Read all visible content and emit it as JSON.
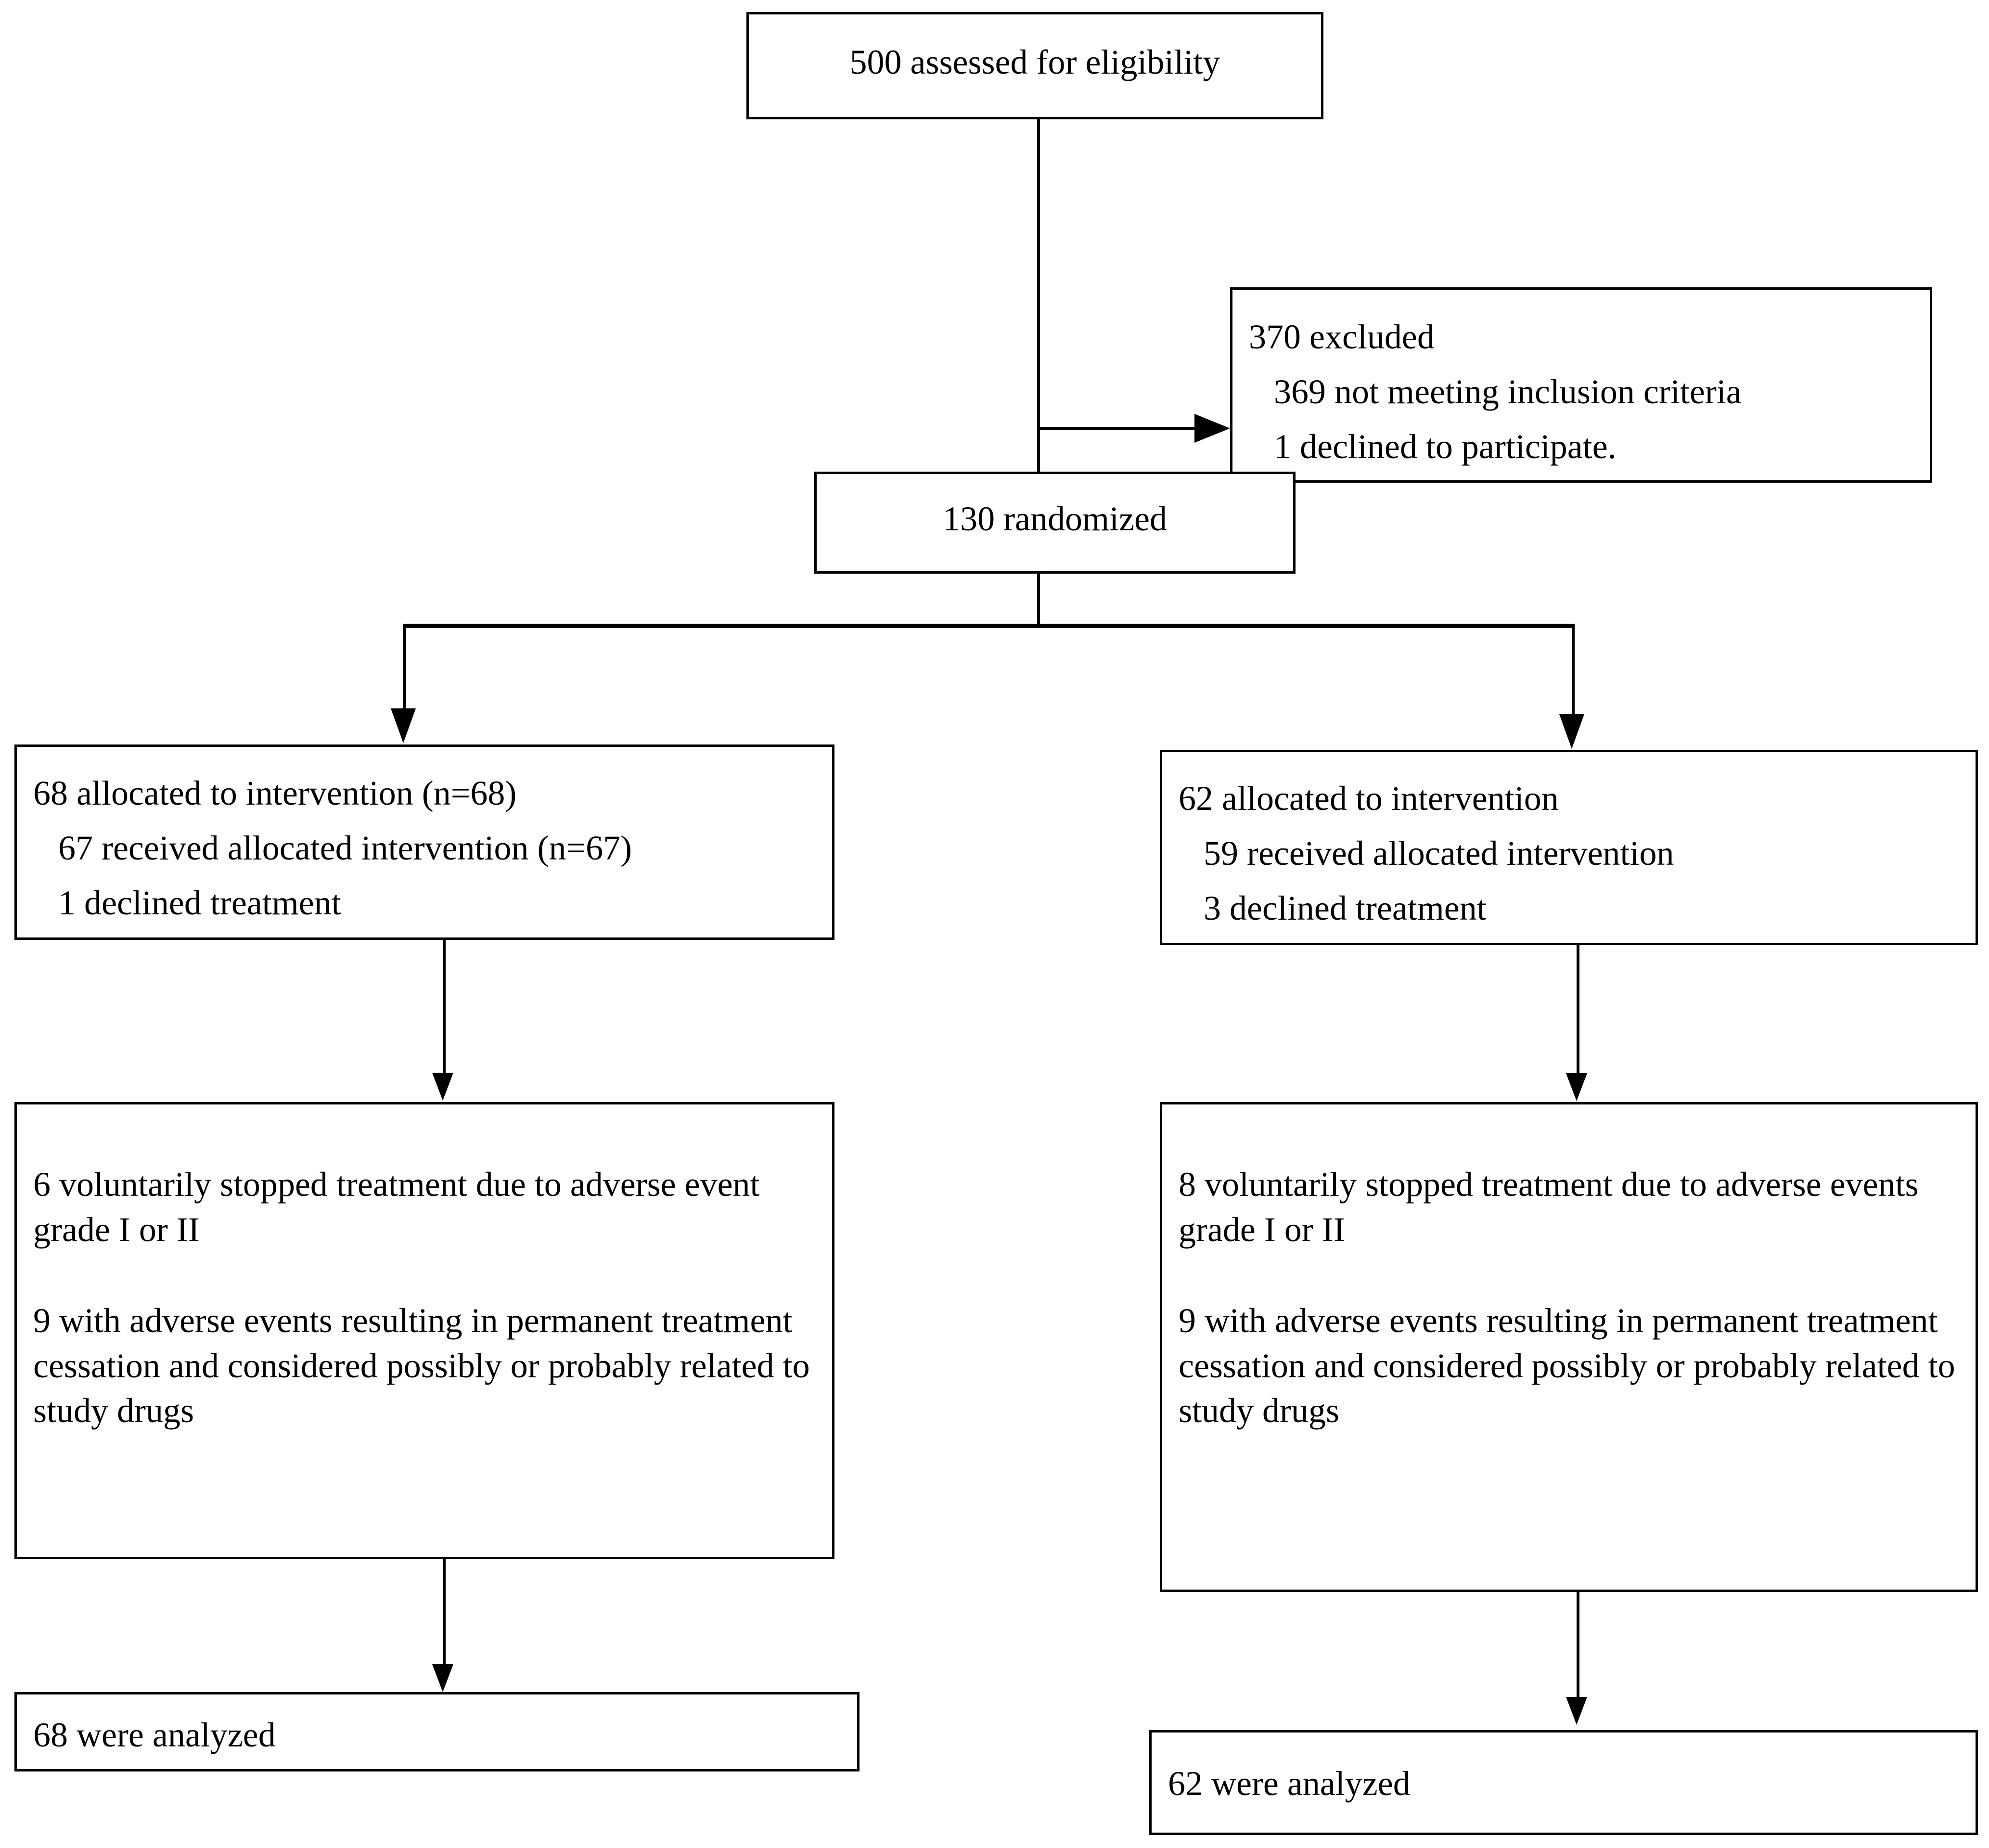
{
  "diagram": {
    "type": "consort-flow-diagram",
    "title": "CONSORT participant flow diagram",
    "nodes": {
      "assessed": {
        "label": "500 assessed for eligibility",
        "count": 500
      },
      "excluded": {
        "heading": "370 excluded",
        "count": 370,
        "reasons": [
          "369 not meeting inclusion criteria",
          "1 declined to participate."
        ]
      },
      "randomized": {
        "label": "130 randomized",
        "count": 130
      },
      "allocation_left": {
        "lines": [
          "68 allocated to intervention (n=68)",
          "67 received allocated intervention (n=67)",
          "1 declined treatment"
        ]
      },
      "allocation_right": {
        "lines": [
          "62 allocated to intervention",
          "59 received allocated intervention",
          "3 declined treatment"
        ]
      },
      "adverse_left": {
        "paragraph1": "6 voluntarily stopped treatment due to adverse event grade I or II",
        "paragraph2": "9 with adverse events resulting in permanent treatment cessation and considered possibly or probably related to study drugs"
      },
      "adverse_right": {
        "paragraph1": "8 voluntarily stopped treatment due to adverse events grade I or II",
        "paragraph2": "9 with adverse events resulting in permanent treatment cessation and considered possibly or probably related to study drugs"
      },
      "analyzed_left": {
        "label": "68 were analyzed",
        "count": 68
      },
      "analyzed_right": {
        "label": "62 were analyzed",
        "count": 62
      }
    },
    "colors": {
      "border": "#000000",
      "background": "#ffffff",
      "text": "#000000"
    }
  }
}
